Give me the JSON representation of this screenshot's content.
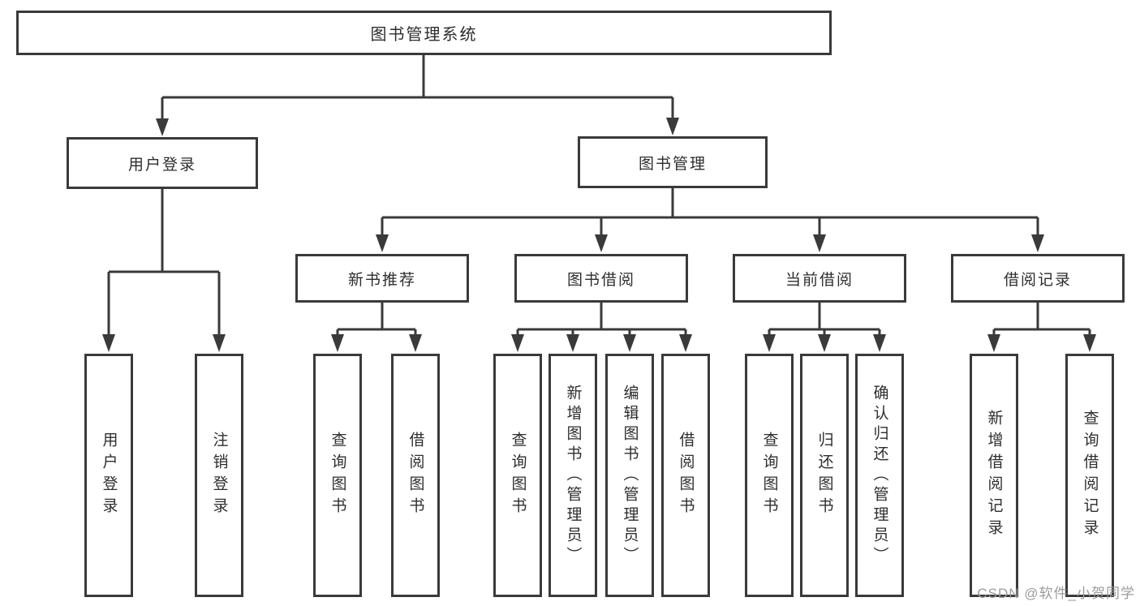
{
  "tree": {
    "root": "图书管理系统",
    "children": [
      {
        "label": "用户登录",
        "children": [
          "用户登录",
          "注销登录"
        ]
      },
      {
        "label": "图书管理",
        "children": [
          {
            "label": "新书推荐",
            "children": [
              "查询图书",
              "借阅图书"
            ]
          },
          {
            "label": "图书借阅",
            "children": [
              "查询图书",
              "新增图书（管理员）",
              "编辑图书（管理员）",
              "借阅图书"
            ]
          },
          {
            "label": "当前借阅",
            "children": [
              "查询图书",
              "归还图书",
              "确认归还（管理员）"
            ]
          },
          {
            "label": "借阅记录",
            "children": [
              "新增借阅记录",
              "查询借阅记录"
            ]
          }
        ]
      }
    ]
  },
  "watermark": {
    "text": "CSDN @软件_小贺同学"
  },
  "colors": {
    "line": "#3a3a3a",
    "box_border": "#3a3a3a",
    "box_fill": "#ffffff",
    "text": "#2e2e2e",
    "watermark": "#9b9b9b",
    "background": "#ffffff"
  }
}
